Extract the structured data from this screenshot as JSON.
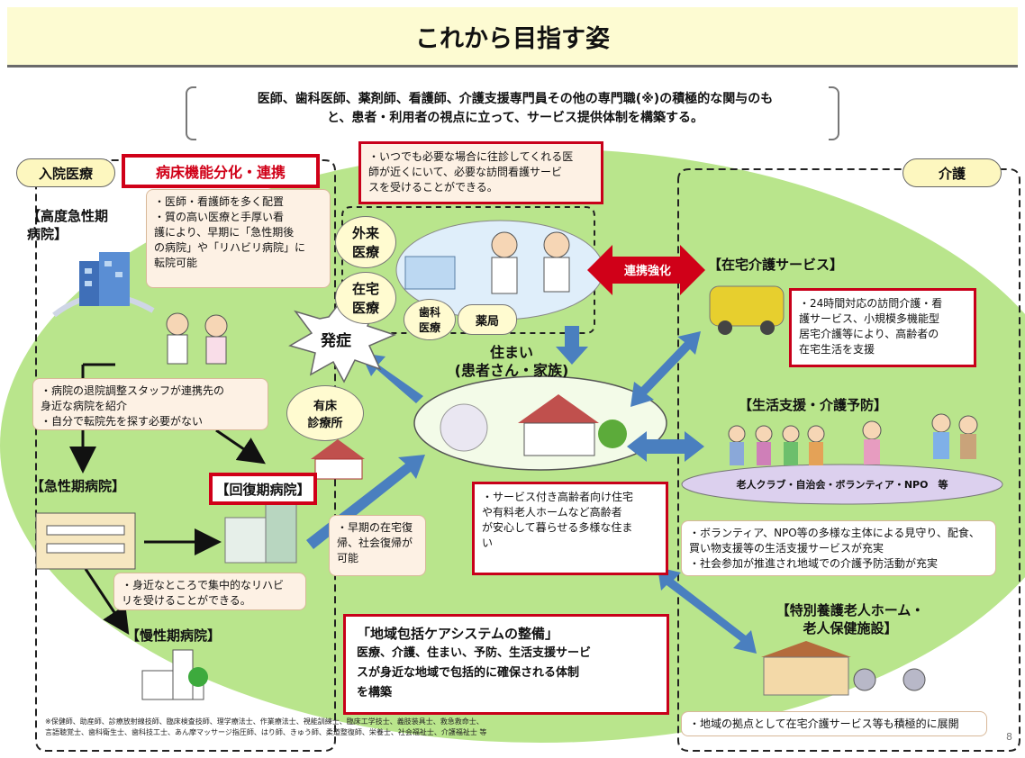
{
  "title": "これから目指す姿",
  "intro": {
    "line1": "医師、歯科医師、薬剤師、看護師、介護支援専門員その他の専門職(※)の積極的な関与のも",
    "line2": "と、患者・利用者の視点に立って、サービス提供体制を構築する。"
  },
  "left": {
    "category": "入院医療",
    "tag": "病床機能分化・連携",
    "high_acute": "【高度急性期\n病院】",
    "high_acute_note": "・医師・看護師を多く配置\n・質の高い医療と手厚い看\n護により、早期に「急性期後\nの病院」や「リハビリ病院」に\n転院可能",
    "discharge_note": "・病院の退院調整スタッフが連携先の\n身近な病院を紹介\n・自分で転院先を探す必要がない",
    "acute": "【急性期病院】",
    "recovery": "【回復期病院】",
    "rehab_note": "・身近なところで集中的なリハビ\nリを受けることができる。",
    "chronic": "【慢性期病院】"
  },
  "center": {
    "top_note": "・いつでも必要な場合に往診してくれる医\n師が近くにいて、必要な訪問看護サービ\nスを受けることができる。",
    "outpatient": "外来\n医療",
    "home_medical": "在宅\n医療",
    "dental": "歯科\n医療",
    "pharmacy": "薬局",
    "onset": "発症",
    "clinic": "有床\n診療所",
    "housing": "住まい\n(患者さん・家族)",
    "return_note": "・早期の在宅復\n帰、社会復帰が\n可能",
    "housing_note": "・サービス付き高齢者向け住宅\nや有料老人ホームなど高齢者\nが安心して暮らせる多様な住ま\nい",
    "system_title": "「地域包括ケアシステムの整備」",
    "system_body": "医療、介護、住まい、予防、生活支援サービ\nスが身近な地域で包括的に確保される体制\nを構築",
    "link": "連携強化"
  },
  "right": {
    "category": "介護",
    "home_care": "【在宅介護サービス】",
    "home_care_note": "・24時間対応の訪問介護・看\n護サービス、小規模多機能型\n居宅介護等により、高齢者の\n在宅生活を支援",
    "support": "【生活支援・介護予防】",
    "clubs": "老人クラブ・自治会・ボランティア・NPO　等",
    "support_note": "・ボランティア、NPO等の多様な主体による見守り、配食、\n買い物支援等の生活支援サービスが充実\n・社会参加が推進され地域での介護予防活動が充実",
    "facility": "【特別養護老人ホーム・\n老人保健施設】",
    "facility_note": "・地域の拠点として在宅介護サービス等も積極的に展開"
  },
  "footnote": {
    "line1": "※保健師、助産師、診療放射線技師、臨床検査技師、理学療法士、作業療法士、視能訓練士、臨床工学技士、義肢装具士、救急救命士、",
    "line2": "言語聴覚士、歯科衛生士、歯科技工士、あん摩マッサージ指圧師、はり師、きゅう師、柔道整復師、栄養士、社会福祉士、介護福祉士 等"
  },
  "page_number": "8",
  "colors": {
    "green": "#b9e58c",
    "red": "#d00018",
    "arrow_blue": "#4a7fbf",
    "title_bg": "#fdfbd2",
    "note_bg": "#fdf1e4",
    "pill_bg": "#fdf7bf"
  }
}
